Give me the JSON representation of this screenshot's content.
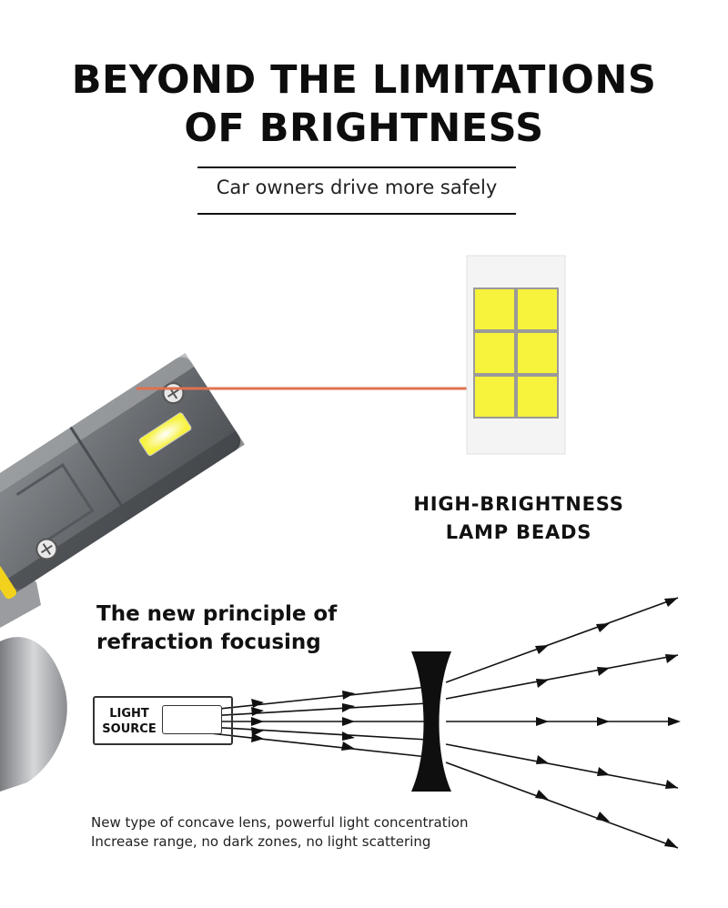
{
  "header": {
    "title_line1": "BEYOND THE LIMITATIONS",
    "title_line2": "OF BRIGHTNESS",
    "subtitle": "Car owners drive more safely"
  },
  "beads": {
    "caption_line1": "HIGH-BRIGHTNESS",
    "caption_line2": "LAMP BEADS",
    "chip_color": "#f7f23c"
  },
  "refraction": {
    "heading_line1": "The new principle of",
    "heading_line2": "refraction focusing",
    "source_line1": "LIGHT",
    "source_line2": "SOURCE",
    "note_line1": "New type of concave lens, powerful light concentration",
    "note_line2": "Increase range, no dark zones, no light scattering"
  },
  "colors": {
    "pointer_line": "#e0714f",
    "bulb_body": "#6b6d70",
    "lens": "#0f0f0f"
  }
}
